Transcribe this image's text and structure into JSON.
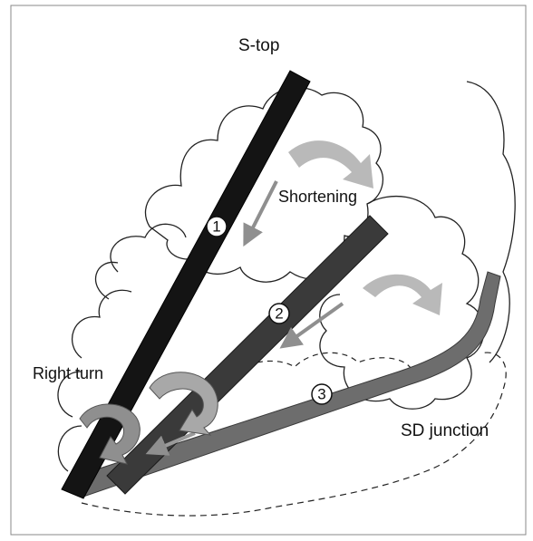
{
  "labels": {
    "stop": "S-top",
    "shortening": "Shortening",
    "right_turn": "Right turn",
    "sd_junction": "SD junction"
  },
  "numbers": {
    "one": "1",
    "two": "2",
    "three": "3"
  },
  "colors": {
    "bar_1": "#141414",
    "bar_2": "#3a3a3a",
    "bar_3": "#6d6d6d",
    "arrow_light": "#b9b9b9",
    "arrow_mid": "#8f8f8f",
    "outline": "#222222"
  }
}
